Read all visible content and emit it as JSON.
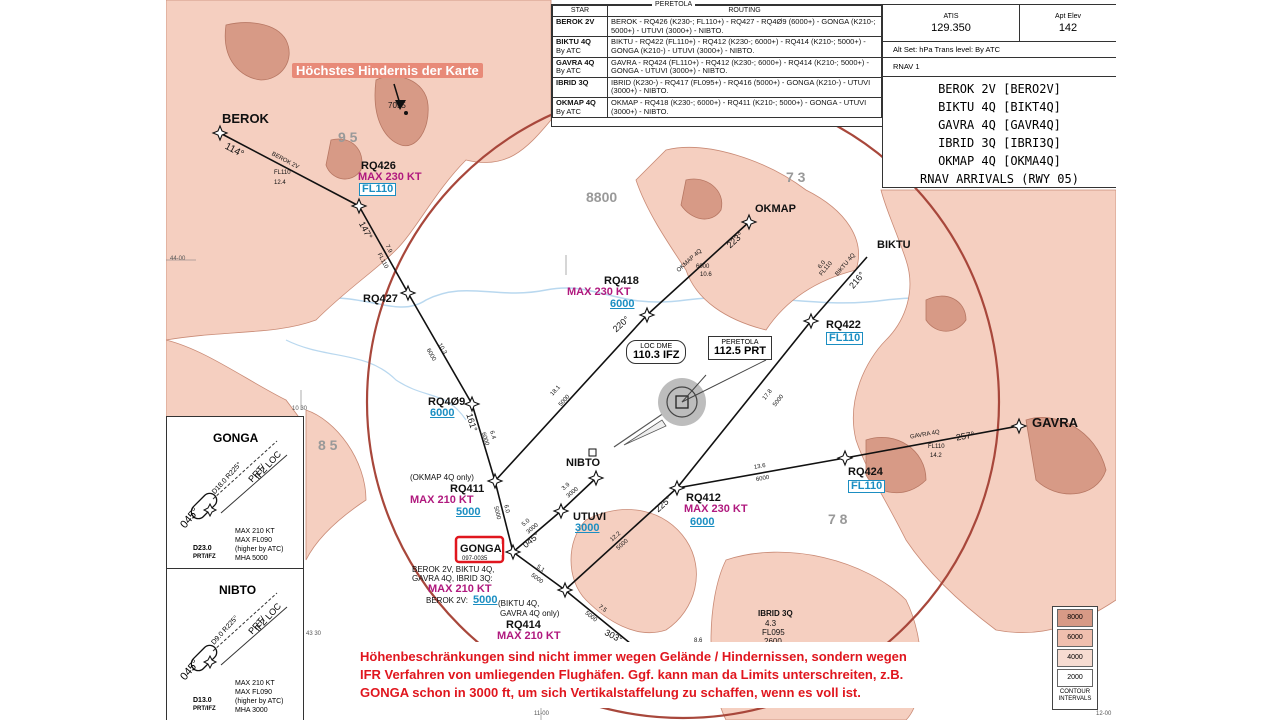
{
  "title_fragment": "PERETOLA",
  "table": {
    "headers": [
      "STAR",
      "ROUTING"
    ],
    "rows": [
      {
        "star": "BEROK 2V",
        "sub": "",
        "routing": "BEROK - RQ426 (K230-; FL110+) - RQ427 - RQ4Ø9 (6000+) - GONGA (K210-; 5000+) - UTUVI (3000+) - NIBTO."
      },
      {
        "star": "BIKTU 4Q",
        "sub": "By ATC",
        "routing": "BIKTU - RQ422 (FL110+) - RQ412 (K230-; 6000+) - RQ414 (K210-; 5000+) - GONGA (K210-) - UTUVI (3000+) - NIBTO."
      },
      {
        "star": "GAVRA 4Q",
        "sub": "By ATC",
        "routing": "GAVRA - RQ424 (FL110+) - RQ412 (K230-; 6000+) - RQ414 (K210-; 5000+) - GONGA - UTUVI (3000+) - NIBTO."
      },
      {
        "star": "IBRID 3Q",
        "sub": "",
        "routing": "IBRID (K230-) - RQ417 (FL095+) - RQ416 (5000+) - GONGA (K210-) - UTUVI (3000+) - NIBTO."
      },
      {
        "star": "OKMAP 4Q",
        "sub": "By ATC",
        "routing": "OKMAP - RQ418 (K230-; 6000+) - RQ411 (K210-; 5000+) - GONGA - UTUVI (3000+) - NIBTO."
      }
    ]
  },
  "info": {
    "atis_label": "ATIS",
    "atis_freq": "129.350",
    "elev_label": "Apt Elev",
    "elev_value": "142",
    "alt_set": "Alt Set: hPa    Trans level: By ATC",
    "rnav": "RNAV 1",
    "procedures": [
      "BEROK 2V [BERO2V]",
      "BIKTU 4Q [BIKT4Q]",
      "GAVRA 4Q [GAVR4Q]",
      "IBRID 3Q [IBRI3Q]",
      "OKMAP 4Q [OKMA4Q]",
      "RNAV ARRIVALS (RWY 05)"
    ]
  },
  "annotations": {
    "highest_obstacle": "Höchstes Hindernis der Karte",
    "note_lines": [
      "Höhenbeschränkungen sind nicht immer wegen Gelände / Hindernissen, sondern wegen",
      "IFR Verfahren von umliegenden Flughäfen. Ggf. kann man da Limits unterschreiten, z.B.",
      "GONGA schon in 3000 ft, um sich Vertikalstaffelung zu schaffen, wenn es voll ist."
    ]
  },
  "map": {
    "obstacle_elev": "7055",
    "contour_labels": [
      "9 5",
      "8800",
      "7 3",
      "8 5",
      "7 8"
    ],
    "grid_labels": [
      "44-00",
      "10 30",
      "43 30",
      "11-00",
      "12-00"
    ],
    "waypoints": {
      "berok": "BEROK",
      "rq426": "RQ426",
      "rq427": "RQ427",
      "rq409": "RQ4Ø9",
      "rq411": "RQ411",
      "gonga": "GONGA",
      "rq414": "RQ414",
      "utuvi": "UTUVI",
      "nibto": "NIBTO",
      "rq412": "RQ412",
      "rq418": "RQ418",
      "okmap": "OKMAP",
      "biktu": "BIKTU",
      "rq422": "RQ422",
      "gavra": "GAVRA",
      "rq424": "RQ424",
      "ibrid": "IBRID 3Q"
    },
    "speeds": {
      "rq426": "MAX 230 KT",
      "rq418": "MAX 230 KT",
      "rq411": "MAX 210 KT",
      "gonga": "MAX 210 KT",
      "rq412": "MAX 230 KT",
      "rq414": "MAX 210 KT"
    },
    "altitudes": {
      "rq426": "FL110",
      "rq418": "6000",
      "rq422": "FL110",
      "rq409": "6000",
      "rq411": "5000",
      "gonga": "5000",
      "utuvi": "3000",
      "rq412": "6000",
      "rq424": "FL110"
    },
    "notes": {
      "okmap_only": "(OKMAP 4Q only)",
      "gonga_stars": "BEROK 2V, BIKTU 4Q,",
      "gonga_stars2": "GAVRA 4Q, IBRID 3Q:",
      "gonga_berok": "BEROK 2V:",
      "rq414_note": "(BIKTU 4Q,",
      "rq414_note2": "GAVRA 4Q only)",
      "gonga_sub": "097-0035"
    },
    "leg_labels": {
      "berok_trk": "114°",
      "berok_name": "BEROK 2V",
      "berok_fl": "FL110",
      "berok_dist": "12.4",
      "rq426_trk": "147°",
      "rq426_dist": "7.9",
      "rq426_fl": "FL110",
      "rq427_dist": "10.3",
      "rq427_alt": "6000",
      "rq409_trk": "161°",
      "rq409_dist": "6.4",
      "rq409_alt": "6000",
      "rq411_dist": "6.0",
      "rq411_alt": "5000",
      "okmap_trk": "223°",
      "okmap_name": "OKMAP 4Q",
      "okmap_alt": "6000",
      "okmap_dist": "10.6",
      "rq418_trk": "220°",
      "rq418_dist": "18.1",
      "rq418_alt": "5000",
      "biktu_name": "BIKTU 4Q",
      "biktu_fl": "FL110",
      "biktu_dist": "6.0",
      "biktu_trk": "216°",
      "rq422_dist": "17.8",
      "rq422_alt": "5000",
      "gavra_name": "GAVRA 4Q",
      "gavra_trk": "257°",
      "gavra_fl": "FL110",
      "gavra_dist": "14.2",
      "rq424_dist": "13.6",
      "rq424_alt": "6000",
      "rq412_trk": "225°",
      "rq412_dist": "12.2",
      "rq412_alt": "5000",
      "rq414_dist": "5.1",
      "rq414_alt": "5000",
      "gonga_trk": "045°",
      "gonga_dist": "5.0",
      "gonga_alt": "3000",
      "utuvi_dist": "3.9",
      "utuvi_alt": "3000",
      "ibrid_dist": "4.3",
      "ibrid_fl": "FL095",
      "ibrid_d": "2600",
      "rq414_d": "7.5",
      "rq414_alt2": "5000",
      "bottom_trk": "303°",
      "bottom_dist": "8.6"
    },
    "navaids": {
      "loc_label": "LOC DME",
      "loc_freq": "110.3 IFZ",
      "vor_label": "PERETOLA",
      "vor_freq": "112.5 PRT"
    }
  },
  "insets": [
    {
      "name": "GONGA",
      "trk1": "045°",
      "radial": "D18.0 R225°",
      "ref": "PRT/",
      "loc": "IFZ LOC",
      "dme": "D23.0",
      "ref2": "PRT/IFZ",
      "limits": [
        "MAX 210 KT",
        "MAX FL090",
        "(higher by ATC)",
        "MHA 5000"
      ]
    },
    {
      "name": "NIBTO",
      "trk1": "045°",
      "radial": "D9.0 R225°",
      "ref": "PRT/",
      "loc": "IFZ LOC",
      "dme": "D13.0",
      "ref2": "PRT/IFZ",
      "limits": [
        "MAX 210 KT",
        "MAX FL090",
        "(higher by ATC)",
        "MHA 3000"
      ]
    }
  ],
  "legend": {
    "levels": [
      "8000",
      "6000",
      "4000",
      "2000"
    ],
    "caption1": "CONTOUR",
    "caption2": "INTERVALS"
  },
  "colors": {
    "terrain_light": "#f5cfc0",
    "terrain_dark": "#d79a86",
    "route": "#111111",
    "speed": "#b0197e",
    "altitude": "#1b8ec2",
    "note": "#e0161e",
    "circle": "#a8473b"
  }
}
